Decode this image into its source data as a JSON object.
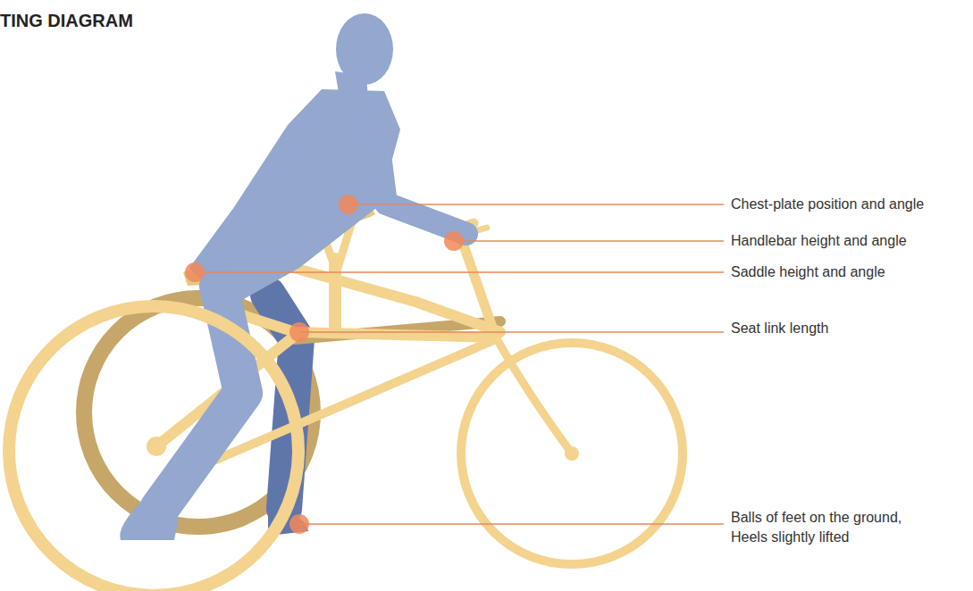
{
  "diagram": {
    "title": "TING DIAGRAM",
    "labels": [
      "Chest-plate position and angle",
      "Handlebar height and angle",
      "Saddle height and angle",
      "Seat link length",
      "Balls of feet on the ground, Heels slightly lifted"
    ]
  }
}
